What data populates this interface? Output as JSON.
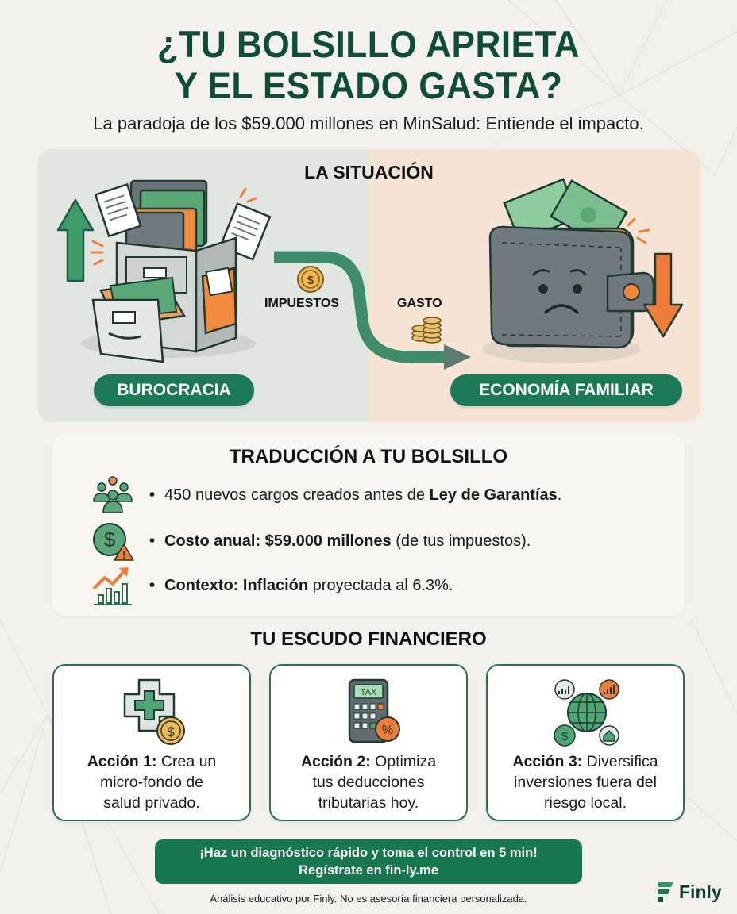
{
  "header": {
    "title_line1": "¿TU BOLSILLO APRIETA",
    "title_line2": "Y EL ESTADO GASTA?",
    "subtitle": "La paradoja de los $59.000 millones en MinSalud: Entiende el impacto."
  },
  "situation": {
    "heading": "LA SITUACIÓN",
    "left_label": "BUROCRACIA",
    "right_label": "ECONOMÍA FAMILIAR",
    "flow_label_taxes": "IMPUESTOS",
    "flow_label_spend": "GASTO",
    "icons": [
      "up-arrow-icon",
      "filing-cabinet-icon",
      "coin-icon",
      "coin-stack-icon",
      "sad-wallet-icon",
      "down-arrow-icon"
    ]
  },
  "translation": {
    "heading": "TRADUCCIÓN A TU BOLSILLO",
    "bullet": "•",
    "items": [
      {
        "icon": "people-icon",
        "pre": "450 nuevos cargos creados antes de ",
        "bold": "Ley de Garantías",
        "post": "."
      },
      {
        "icon": "dollar-warning-icon",
        "bold1": "Costo anual: $59.000",
        "mid": " millones",
        "post": " (de tus impuestos)."
      },
      {
        "icon": "growth-chart-icon",
        "bold1": "Contexto: Inflación",
        "post": " proyectada al 6.3%."
      }
    ]
  },
  "shield": {
    "heading": "TU ESCUDO FINANCIERO",
    "cards": [
      {
        "icon": "health-cross-coin-icon",
        "bold": "Acción 1:",
        "line1": " Crea un",
        "line2": "micro-fondo de",
        "line3": "salud privado."
      },
      {
        "icon": "tax-calculator-icon",
        "bold": "Acción 2:",
        "line1": " Optimiza",
        "line2": "tus deducciones",
        "line3": "tributarias hoy."
      },
      {
        "icon": "global-diversify-icon",
        "bold": "Acción 3:",
        "line1": " Diversifica",
        "line2": "inversiones fuera del",
        "line3": "riesgo local."
      }
    ],
    "calculator_label": "TAX"
  },
  "cta": {
    "line1": "¡Haz un diagnóstico rápido y toma el control en 5 min!",
    "line2": "Regístrate en fin-ly.me"
  },
  "footer": {
    "disclaimer": "Análisis educativo por Finly. No es asesoría financiera personalizada.",
    "brand": "Finly"
  },
  "colors": {
    "title_green": "#0f4d36",
    "pill_green": "#1b7a55",
    "cta_green": "#17774f",
    "accent_orange": "#f07f3a",
    "coin_gold": "#e8b95a",
    "background": "#f3f1ec"
  }
}
